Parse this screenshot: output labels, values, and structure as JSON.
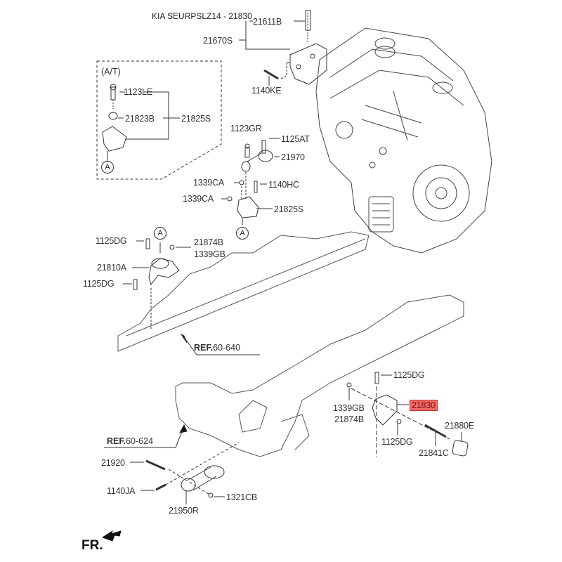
{
  "title": "KIA SEURPSLZ14 - 21830",
  "highlight_color": "#f26a6a",
  "group_label": "(A/T)",
  "callout_marker": "A",
  "front_label": "FR.",
  "labels": {
    "p21611B": "21611B",
    "p21670S": "21670S",
    "p1140KE": "1140KE",
    "p1123LE": "1123LE",
    "p21823B": "21823B",
    "p21825S_at": "21825S",
    "p1123GR": "1123GR",
    "p1125AT": "1125AT",
    "p21970": "21970",
    "p1339CA_a": "1339CA",
    "p1140HC": "1140HC",
    "p1339CA_b": "1339CA",
    "p21825S": "21825S",
    "p1125DG_a": "1125DG",
    "p21874B_a": "21874B",
    "p1339GB_a": "1339GB",
    "p21810A": "21810A",
    "p1125DG_b": "1125DG",
    "p1125DG_c": "1125DG",
    "p1339GB_b": "1339GB",
    "p21874B_b": "21874B",
    "p21830": "21830",
    "p1125DG_d": "1125DG",
    "p21880E": "21880E",
    "p21841C": "21841C",
    "p21920": "21920",
    "p1140JA": "1140JA",
    "p21950R": "21950R",
    "p1321CB": "1321CB"
  },
  "refs": {
    "ref1": {
      "prefix": "REF.",
      "code": "60-640"
    },
    "ref2": {
      "prefix": "REF.",
      "code": "60-624"
    }
  }
}
